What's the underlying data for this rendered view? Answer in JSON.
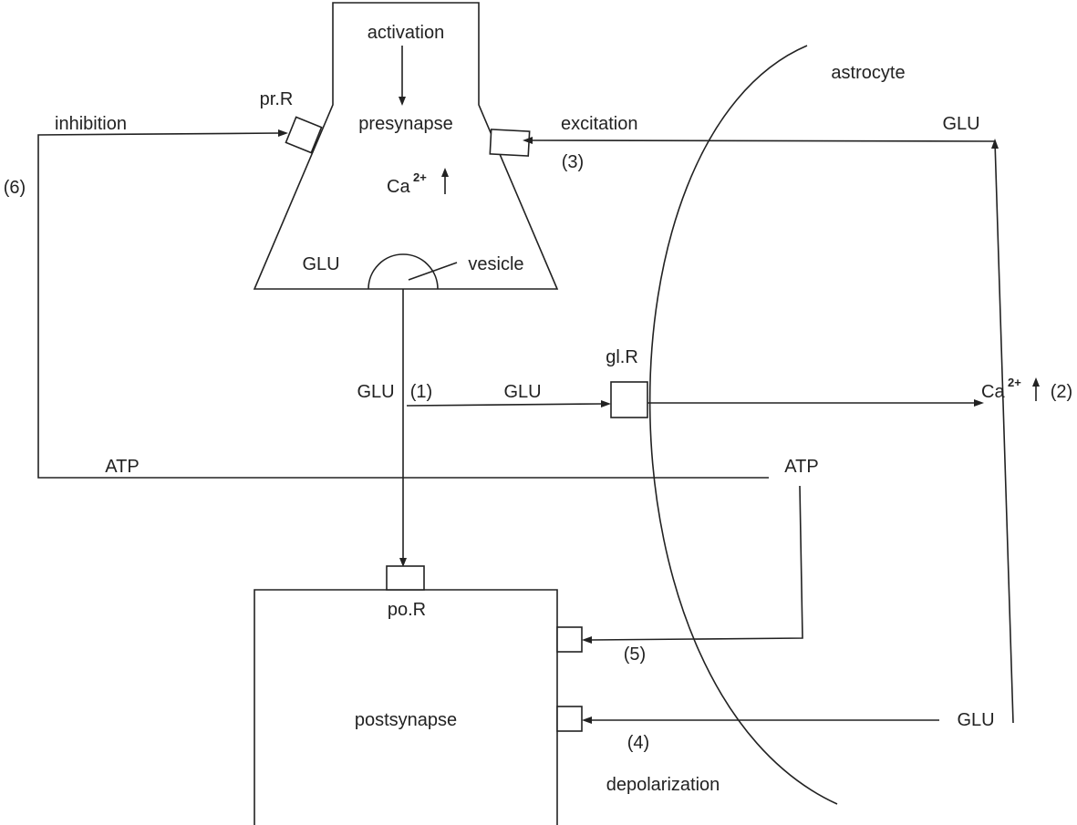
{
  "labels": {
    "activation": "activation",
    "presynapse": "presynapse",
    "pr_receptor": "pr.R",
    "inhibition": "inhibition",
    "excitation": "excitation",
    "astrocyte": "astrocyte",
    "glu_top_right": "GLU",
    "step_3": "(3)",
    "step_6": "(6)",
    "ca_presynapse": "Ca",
    "ca_presynapse_sup": "2+",
    "glu_presynapse": "GLU",
    "vesicle": "vesicle",
    "gl_receptor": "gl.R",
    "glu_release": "GLU",
    "step_1": "(1)",
    "glu_to_glial": "GLU",
    "ca_astrocyte": "Ca",
    "ca_astrocyte_sup": "2+",
    "step_2": "(2)",
    "atp_left": "ATP",
    "atp_right": "ATP",
    "po_receptor": "po.R",
    "step_5": "(5)",
    "postsynapse": "postsynapse",
    "glu_bottom_right": "GLU",
    "step_4": "(4)",
    "depolarization": "depolarization"
  },
  "colors": {
    "stroke": "#222222",
    "background": "#ffffff"
  }
}
